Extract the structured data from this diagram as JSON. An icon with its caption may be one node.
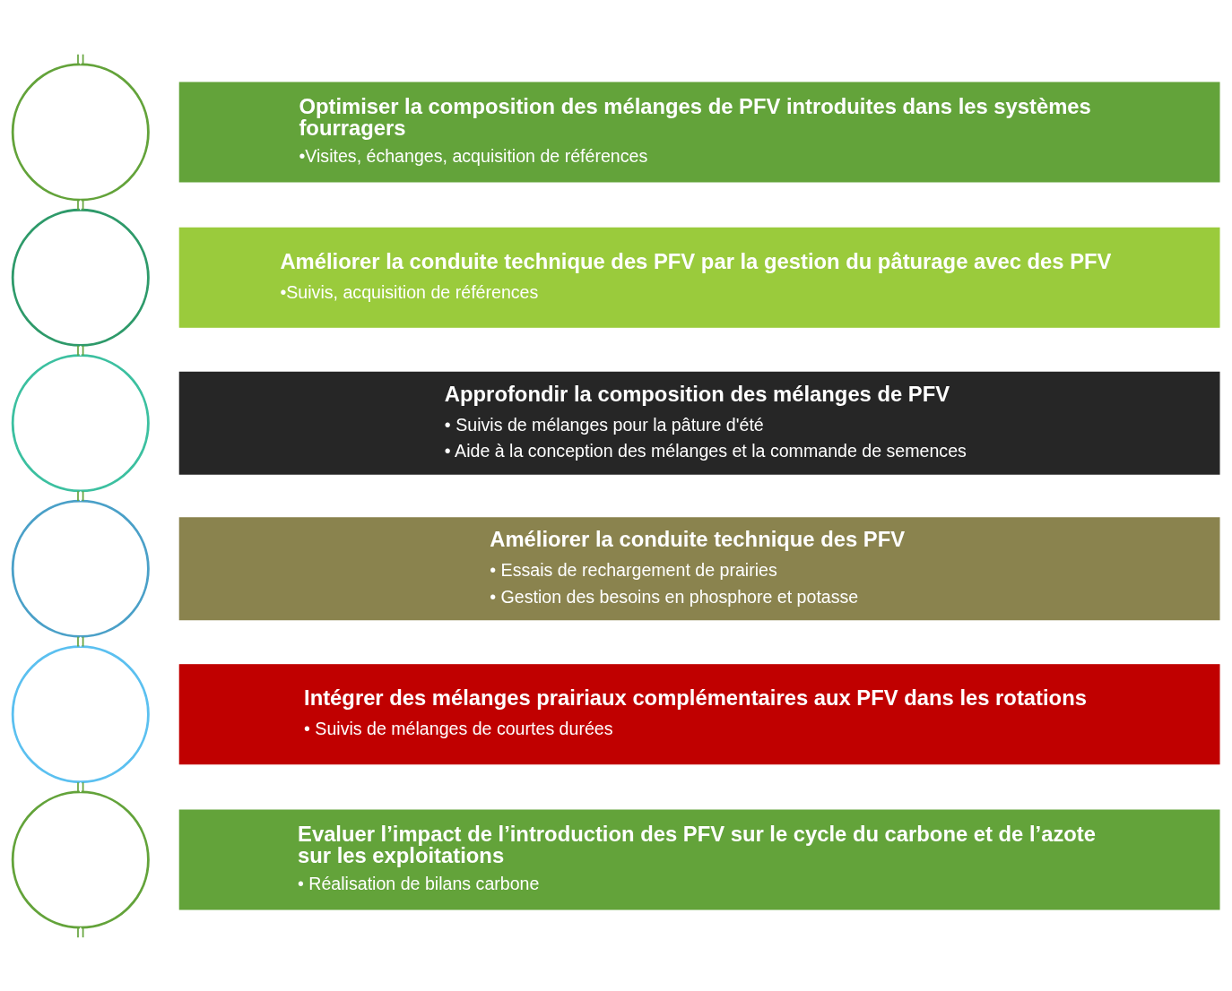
{
  "diagram": {
    "nodes": [
      {
        "text": [],
        "shape": "circle"
      },
      {
        "text": [
          "Optimiser la composition des mélanges de PFV introduites dans les systèmes fourragers",
          "•Visites, échanges, acquisition de références"
        ]
      },
      {
        "text": [],
        "shape": "circle"
      },
      {
        "text": [
          "Améliorer la conduite technique des PFV par la gestion du pâturage avec des PFV",
          "•Suivis, acquisition de références"
        ]
      },
      {
        "text": [],
        "shape": "circle"
      },
      {
        "text": [
          "Approfondir la composition des mélanges de PFV",
          "• Suivis de mélanges pour la pâture d'été",
          "• Aide à la conception des mélanges et la commande de semences"
        ]
      },
      {
        "text": [],
        "shape": "circle"
      },
      {
        "text": [
          "Améliorer la conduite technique des PFV",
          "• Essais de rechargement de prairies",
          "• Gestion des besoins en phosphore et potasse"
        ]
      },
      {
        "text": [],
        "shape": "circle"
      },
      {
        "text": [
          "Intégrer des mélanges prairiaux complémentaires aux PFV dans les rotations",
          "• Suivis de mélanges de courtes durées"
        ]
      },
      {
        "text": [],
        "shape": "circle"
      },
      {
        "text": [
          "Evaluer l’impact de l’introduction des PFV sur le cycle du carbone et de l’azote sur les exploitations",
          "• Réalisation de bilans carbone"
        ]
      }
    ],
    "edges": [
      {
        "from": null,
        "to": 0,
        "arrow": "none"
      },
      {
        "from": 0,
        "to": 2,
        "arrow": "none"
      },
      {
        "from": 2,
        "to": 4,
        "arrow": "none"
      },
      {
        "from": 4,
        "to": 6,
        "arrow": "none"
      },
      {
        "from": 6,
        "to": 8,
        "arrow": "none"
      },
      {
        "from": 8,
        "to": 10,
        "arrow": "none"
      },
      {
        "from": 10,
        "to": null,
        "arrow": "none"
      }
    ]
  }
}
